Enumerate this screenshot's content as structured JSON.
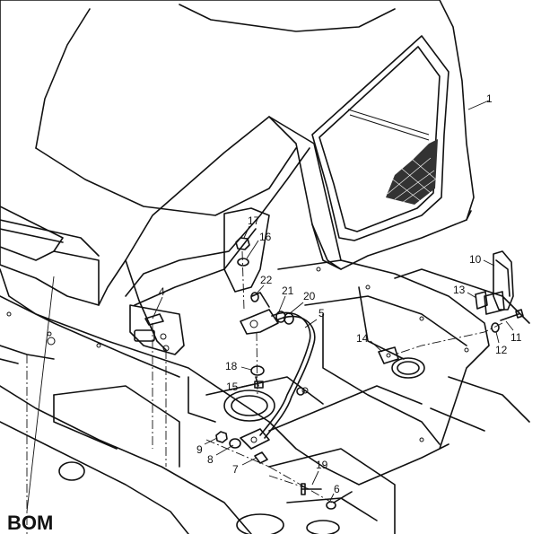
{
  "brand_text": "BOM",
  "callouts": [
    {
      "id": "c1",
      "label": "1"
    },
    {
      "id": "c4",
      "label": "4"
    },
    {
      "id": "c5",
      "label": "5"
    },
    {
      "id": "c6",
      "label": "6"
    },
    {
      "id": "c7",
      "label": "7"
    },
    {
      "id": "c8",
      "label": "8"
    },
    {
      "id": "c9",
      "label": "9"
    },
    {
      "id": "c10",
      "label": "10"
    },
    {
      "id": "c11",
      "label": "11"
    },
    {
      "id": "c12",
      "label": "12"
    },
    {
      "id": "c13",
      "label": "13"
    },
    {
      "id": "c14",
      "label": "14"
    },
    {
      "id": "c15",
      "label": "15"
    },
    {
      "id": "c16",
      "label": "16"
    },
    {
      "id": "c17",
      "label": "17"
    },
    {
      "id": "c18",
      "label": "18"
    },
    {
      "id": "c19",
      "label": "19"
    },
    {
      "id": "c20",
      "label": "20"
    },
    {
      "id": "c21",
      "label": "21"
    },
    {
      "id": "c22",
      "label": "22"
    }
  ]
}
